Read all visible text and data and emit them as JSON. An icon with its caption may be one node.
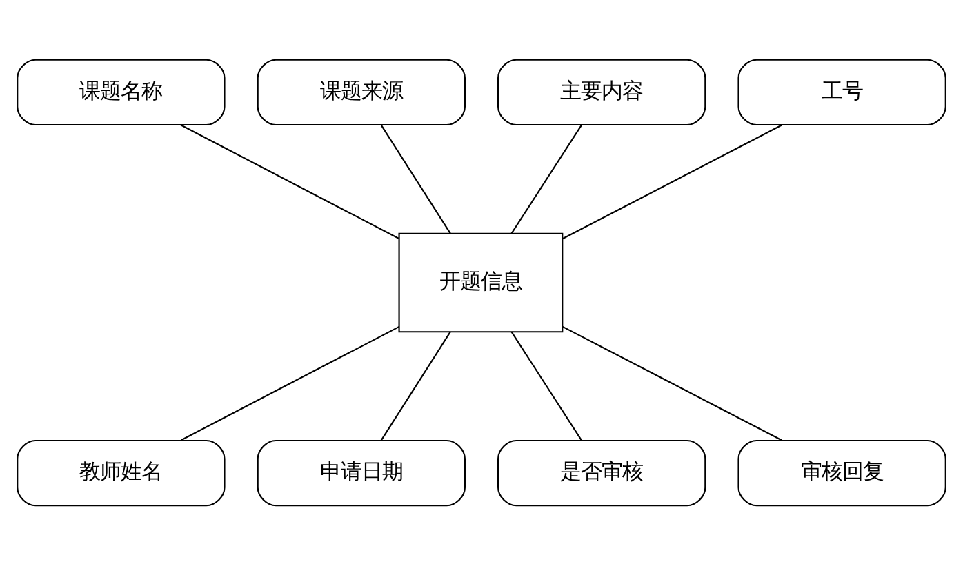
{
  "diagram": {
    "nodes": [
      {
        "text": [
          "课题名称"
        ]
      },
      {
        "text": [
          "课题来源"
        ]
      },
      {
        "text": [
          "主要内容"
        ]
      },
      {
        "text": [
          "工号"
        ]
      },
      {
        "text": [
          "开题信息"
        ]
      },
      {
        "text": [
          "教师姓名"
        ]
      },
      {
        "text": [
          "申请日期"
        ]
      },
      {
        "text": [
          "是否审核"
        ]
      },
      {
        "text": [
          "审核回复"
        ]
      }
    ],
    "edges": [
      {
        "from": 0,
        "to": 4,
        "arrow": "none"
      },
      {
        "from": 1,
        "to": 4,
        "arrow": "none"
      },
      {
        "from": 2,
        "to": 4,
        "arrow": "none"
      },
      {
        "from": 3,
        "to": 4,
        "arrow": "none"
      },
      {
        "from": 4,
        "to": 5,
        "arrow": "none"
      },
      {
        "from": 4,
        "to": 6,
        "arrow": "none"
      },
      {
        "from": 4,
        "to": 7,
        "arrow": "none"
      },
      {
        "from": 4,
        "to": 8,
        "arrow": "none"
      }
    ]
  }
}
